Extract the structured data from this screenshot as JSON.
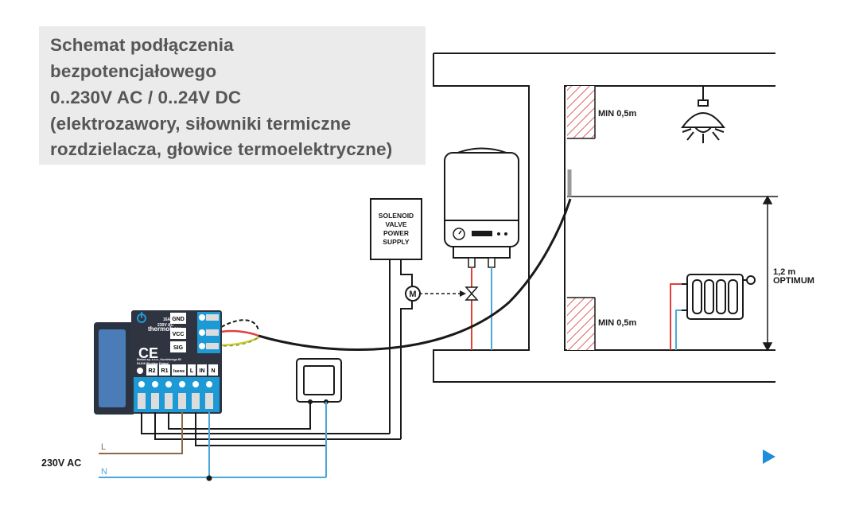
{
  "title": {
    "lines": [
      "Schemat podłączenia",
      "bezpotencjałowego",
      "0..230V AC / 0..24V DC",
      "(elektrozawory, siłowniki termiczne",
      "rozdzielacza, głowice termoelektryczne)"
    ]
  },
  "power_supply": {
    "lines": [
      "SOLENOID",
      "VALVE",
      "POWER",
      "SUPPLY"
    ]
  },
  "valve_motor": {
    "label": "M"
  },
  "controller": {
    "brand": "thermobox",
    "rating": "16A",
    "voltage": "230V AC",
    "ce_mark": "CE",
    "address": [
      "Blebox sp. z o.o., Kurzlebnego 65",
      "54-616 Wrocław, Poland"
    ],
    "sensor_terminals": [
      "GND",
      "VCC",
      "SIG"
    ],
    "power_terminals": [
      "R2",
      "R1",
      "Isens",
      "L",
      "IN",
      "N"
    ]
  },
  "building": {
    "min_top": "MIN 0,5m",
    "min_bottom": "MIN 0,5m",
    "height_value": "1,2 m",
    "height_note": "OPTIMUM"
  },
  "supply": {
    "voltage_label": "230V AC",
    "line_label": "L",
    "neutral_label": "N"
  },
  "colors": {
    "title_bg": "#ebebeb",
    "title_text": "#565656",
    "controller_accent": "#1d9ad6",
    "live_wire": "#8b6a4a",
    "neutral_wire": "#4aa8d8",
    "red_pipe": "#e0403a",
    "hatch": "#e06060",
    "next_arrow": "#1d8ed8"
  },
  "icons": [
    "lamp-icon",
    "radiator-icon",
    "boiler-icon",
    "valve-icon",
    "switch-icon",
    "play-arrow-icon"
  ]
}
